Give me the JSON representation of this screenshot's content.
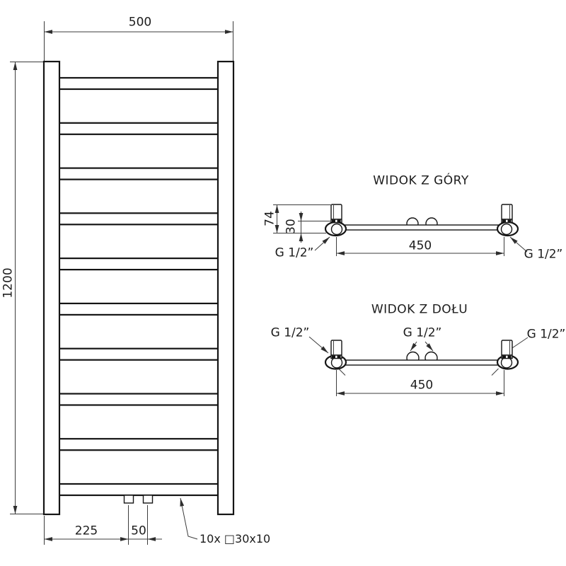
{
  "front_view": {
    "width_label": "500",
    "height_label": "1200",
    "bottom_offset_label": "225",
    "bottom_spacing_label": "50",
    "tube_annotation": "10x □30x10",
    "tube_count": 10
  },
  "top_view": {
    "title": "WIDOK Z GÓRY",
    "depth_label": "74",
    "axis_label": "30",
    "span_label": "450",
    "thread_left": "G 1/2”",
    "thread_right": "G 1/2”"
  },
  "bottom_view": {
    "title": "WIDOK Z DOŁU",
    "span_label": "450",
    "thread_left": "G 1/2”",
    "thread_center": "G 1/2”",
    "thread_right": "G 1/2”"
  }
}
